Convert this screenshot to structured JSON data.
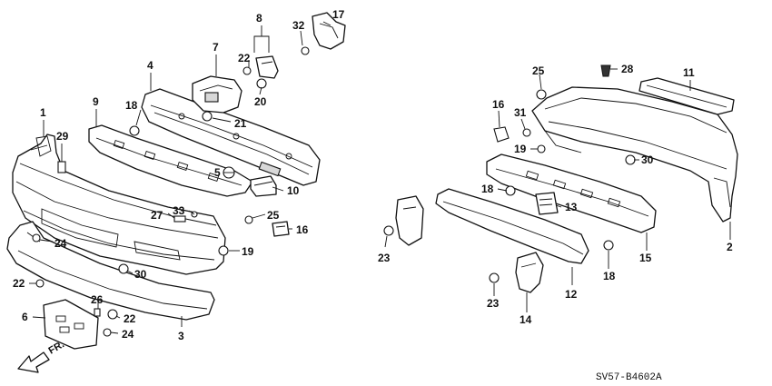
{
  "diagram": {
    "reference_code": "SV57-B4602A",
    "direction_label": "FR.",
    "callouts": {
      "c1": "1",
      "c2": "2",
      "c3": "3",
      "c4": "4",
      "c5": "5",
      "c6": "6",
      "c7": "7",
      "c8": "8",
      "c9": "9",
      "c10": "10",
      "c11": "11",
      "c12": "12",
      "c13": "13",
      "c14": "14",
      "c15": "15",
      "c16a": "16",
      "c16b": "16",
      "c17": "17",
      "c18a": "18",
      "c18b": "18",
      "c18c": "18",
      "c19a": "19",
      "c19b": "19",
      "c20": "20",
      "c21": "21",
      "c22a": "22",
      "c22b": "22",
      "c22c": "22",
      "c23a": "23",
      "c23b": "23",
      "c24a": "24",
      "c24b": "24",
      "c25a": "25",
      "c25b": "25",
      "c26": "26",
      "c27": "27",
      "c28": "28",
      "c29": "29",
      "c30a": "30",
      "c30b": "30",
      "c31": "31",
      "c32": "32",
      "c33": "33"
    }
  }
}
